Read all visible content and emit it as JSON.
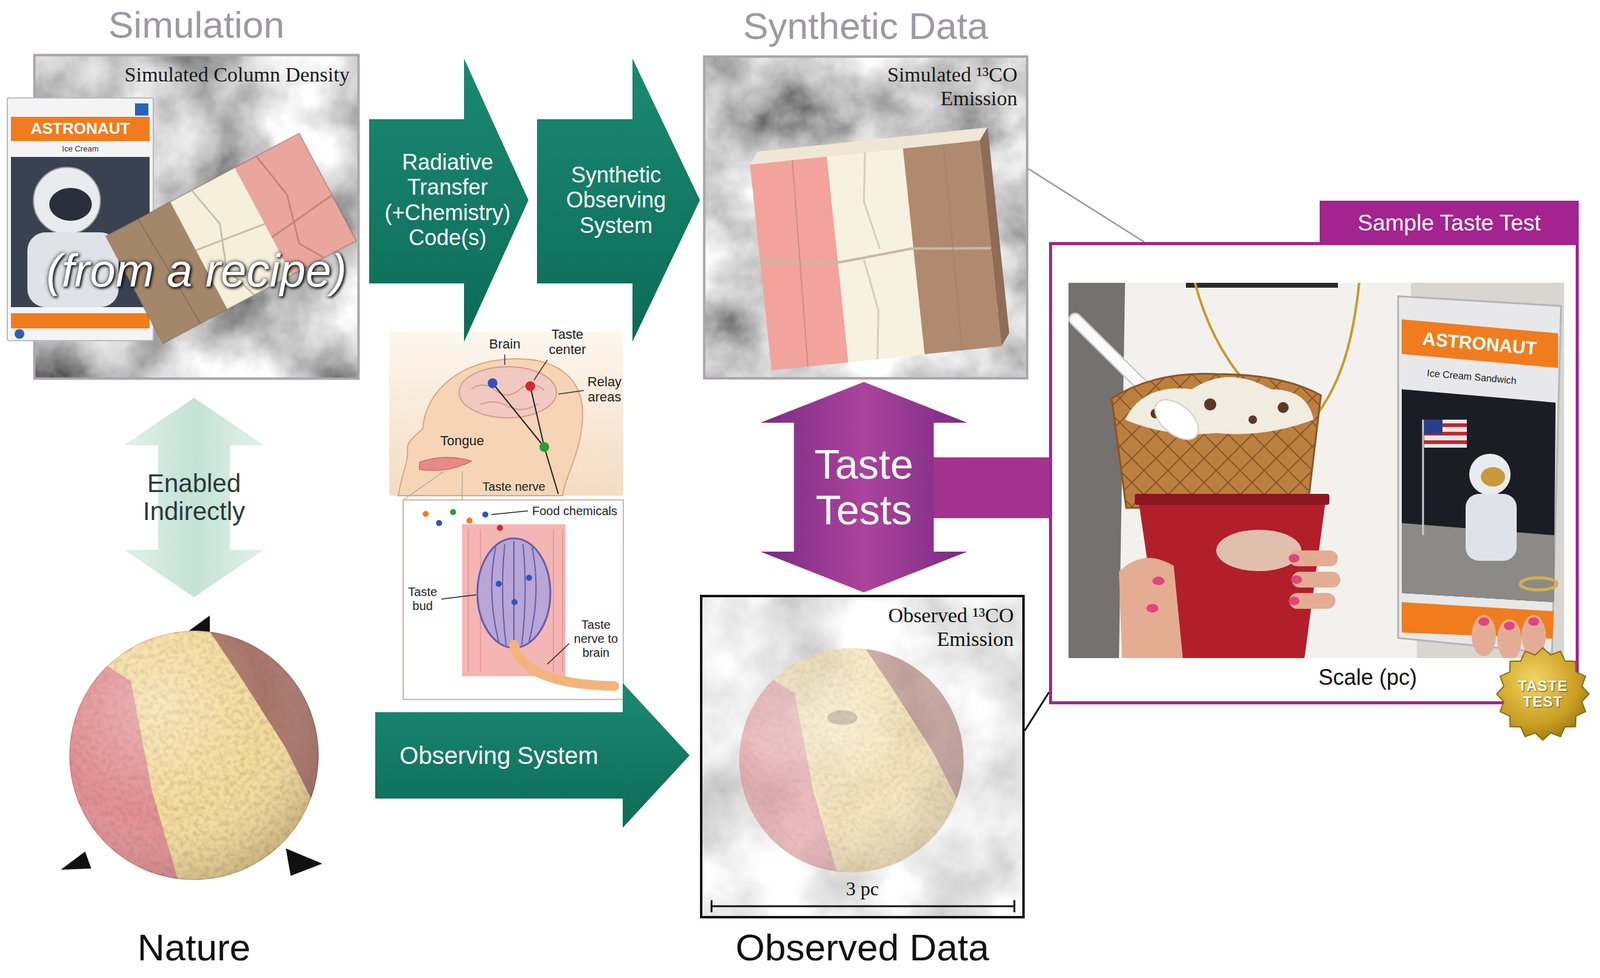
{
  "diagram": {
    "nodes": [
      {
        "text": [
          "Simulation",
          "Simulated Column Density",
          "(from a recipe)"
        ]
      },
      {
        "text": [
          "Radiative Transfer (+Chemistry) Code(s)"
        ]
      },
      {
        "text": [
          "Synthetic Observing System"
        ]
      },
      {
        "text": [
          "Synthetic Data",
          "Simulated ¹³CO Emission"
        ]
      },
      {
        "text": [
          "Nature"
        ]
      },
      {
        "text": [
          "Observed Data",
          "Observed ¹³CO Emission",
          "3 pc"
        ]
      },
      {
        "text": [
          "Sample Taste Test",
          "Scale (pc)"
        ]
      },
      {
        "text": [
          "TASTE TEST"
        ],
        "in": 6
      }
    ],
    "edges": [
      {
        "from": 0,
        "to": 4,
        "label": "Enabled Indirectly",
        "arrow": "both"
      },
      {
        "from": 3,
        "to": 5,
        "label": "Taste Tests",
        "arrow": "both"
      },
      {
        "from": 4,
        "to": 5,
        "label": "Observing System",
        "arrow": "to"
      },
      {
        "from": 3,
        "to": 6,
        "arrow": "none"
      },
      {
        "from": 5,
        "to": 6,
        "arrow": "none"
      }
    ],
    "labels": [
      "ASTRONAUT",
      "Ice Cream",
      "Brain",
      "Taste center",
      "Relay areas",
      "Tongue",
      "Taste nerve",
      "Food chemicals",
      "Taste bud",
      "Taste nerve to brain",
      "ASTRONAUT",
      "Ice Cream Sandwich"
    ]
  }
}
